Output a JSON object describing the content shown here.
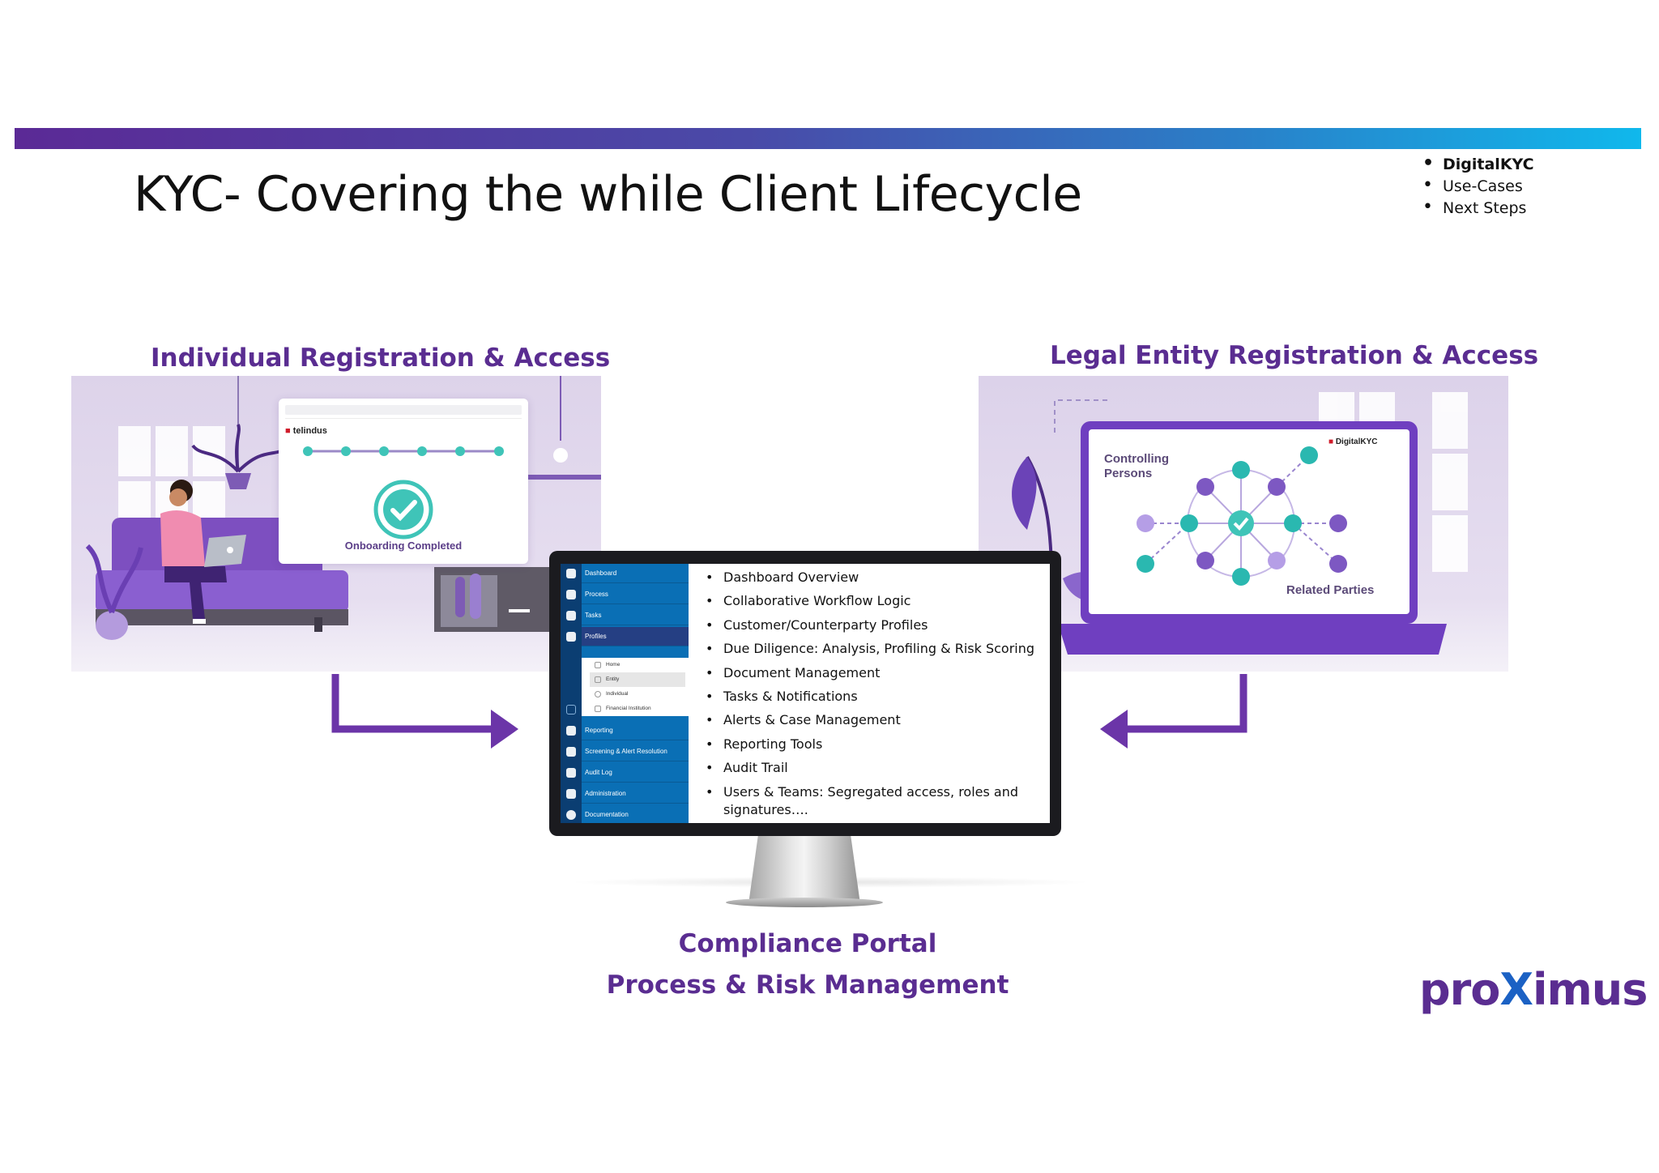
{
  "slide": {
    "title": "KYC- Covering the while Client Lifecycle"
  },
  "agenda": [
    "DigitalKYC",
    "Use-Cases",
    "Next Steps"
  ],
  "individual": {
    "heading": "Individual Registration & Access",
    "app_brand": "telindus",
    "status": "Onboarding Completed"
  },
  "legal_entity": {
    "heading": "Legal Entity Registration & Access",
    "app_brand": "DigitalKYC",
    "controlling_label": "Controlling Persons",
    "related_label": "Related Parties"
  },
  "portal": {
    "nav": [
      "Dashboard",
      "Process",
      "Tasks",
      "Profiles",
      "Reporting",
      "Screening & Alert Resolution",
      "Audit Log",
      "Administration",
      "Documentation"
    ],
    "subnav": [
      "Home",
      "Entity",
      "Individual",
      "Financial Institution"
    ],
    "features": [
      "Dashboard Overview",
      "Collaborative Workflow Logic",
      "Customer/Counterparty Profiles",
      "Due Diligence: Analysis, Profiling & Risk Scoring",
      "Document Management",
      "Tasks & Notifications",
      "Alerts & Case Management",
      "Reporting Tools",
      "Audit Trail",
      "Users & Teams: Segregated access, roles and signatures…."
    ]
  },
  "compliance": {
    "line1": "Compliance Portal",
    "line2": "Process & Risk Management"
  },
  "logo": {
    "pre": "pro",
    "x": "X",
    "post": "imus"
  },
  "colors": {
    "brand_purple": "#5a2d91",
    "accent_blue": "#10b8ec",
    "portal_blue": "#0a6fb5",
    "check_teal": "#3fc4b8"
  }
}
